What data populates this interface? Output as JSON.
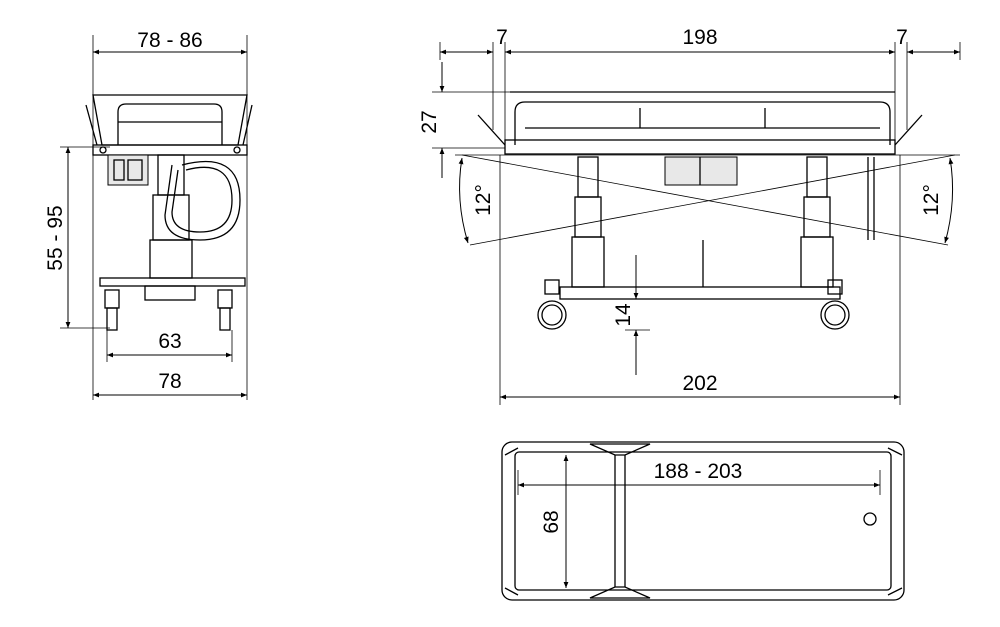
{
  "title": "Stretcher dimension drawing",
  "front_view": {
    "width_top": "78 - 86",
    "height_range": "55 - 95",
    "wheel_span": "63",
    "base_width": "78"
  },
  "side_view": {
    "left_overhang": "7",
    "length_top": "198",
    "right_overhang": "7",
    "rail_height": "27",
    "tilt_left": "12°",
    "tilt_right": "12°",
    "ground_clearance": "14",
    "overall_length": "202"
  },
  "top_view": {
    "length_range": "188 - 203",
    "width": "68"
  }
}
